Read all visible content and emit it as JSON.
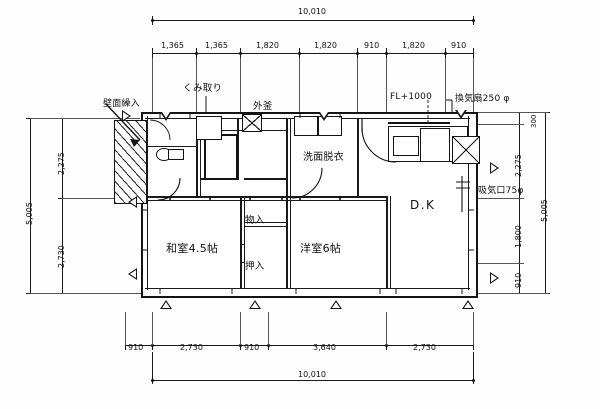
{
  "drawing": {
    "type": "floor-plan",
    "units": "mm",
    "overall_width": "10,010",
    "overall_height": "5,005"
  },
  "dimensions": {
    "top_total": "10,010",
    "top_segments": [
      "1,365",
      "1,365",
      "1,820",
      "1,820",
      "910",
      "1,820",
      "910"
    ],
    "bottom_total": "10,010",
    "bottom_segments": [
      "910",
      "2,730",
      "910",
      "3,640",
      "2,730"
    ],
    "left_total": "5,005",
    "left_segments": [
      "2,275",
      "2,730"
    ],
    "right_total": "5,005",
    "right_segments": [
      "300",
      "2,275",
      "1,800",
      "910"
    ]
  },
  "rooms": [
    {
      "id": "washitsu",
      "label": "和室4.5帖"
    },
    {
      "id": "yoshitsu",
      "label": "洋室6帖"
    },
    {
      "id": "dk",
      "label": "D.K"
    },
    {
      "id": "senmen",
      "label": "洗面脱衣"
    },
    {
      "id": "monoire",
      "label": "物入"
    },
    {
      "id": "oshiire",
      "label": "押入"
    }
  ],
  "annotations": [
    {
      "id": "kabemen",
      "label": "壁面繰入"
    },
    {
      "id": "kumitori",
      "label": "くみ取り"
    },
    {
      "id": "sotogama",
      "label": "外釜"
    },
    {
      "id": "fl1000",
      "label": "FL+1000"
    },
    {
      "id": "kankisen",
      "label": "換気扇250 φ"
    },
    {
      "id": "kyukiko",
      "label": "吸気口75φ"
    }
  ],
  "icons": {
    "level_marker_up": "triangle-up-icon",
    "level_marker_down": "triangle-down-icon",
    "level_marker_left": "triangle-left-icon",
    "leader_line": "leader-line-icon"
  }
}
